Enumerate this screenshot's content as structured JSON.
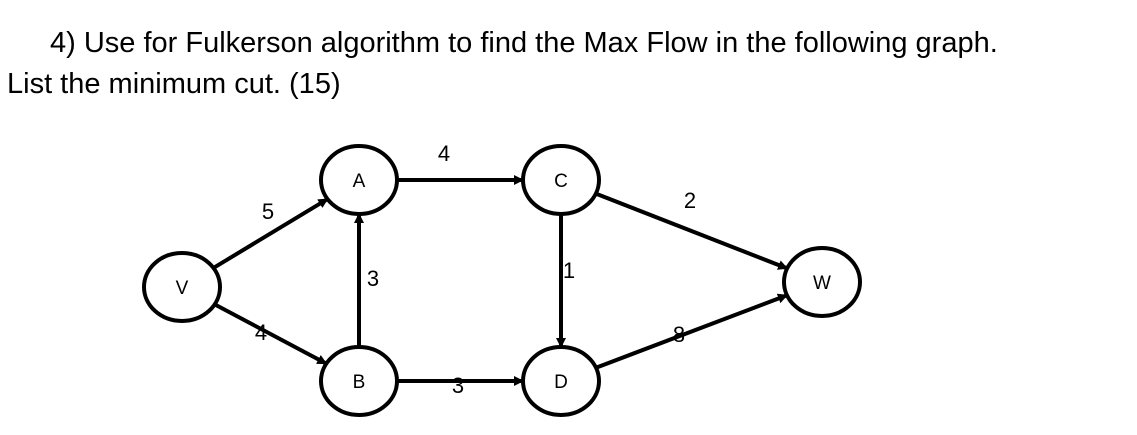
{
  "question": {
    "line1": "4)  Use for Fulkerson algorithm to find the Max Flow in the following graph.",
    "line2": "List the minimum cut. (15)"
  },
  "graph": {
    "nodes": [
      {
        "id": "V",
        "label": "V"
      },
      {
        "id": "A",
        "label": "A"
      },
      {
        "id": "B",
        "label": "B"
      },
      {
        "id": "C",
        "label": "C"
      },
      {
        "id": "D",
        "label": "D"
      },
      {
        "id": "W",
        "label": "W"
      }
    ],
    "edges": [
      {
        "from": "V",
        "to": "A",
        "capacity": "5"
      },
      {
        "from": "V",
        "to": "B",
        "capacity": "4"
      },
      {
        "from": "B",
        "to": "A",
        "capacity": "3"
      },
      {
        "from": "A",
        "to": "C",
        "capacity": "4"
      },
      {
        "from": "B",
        "to": "D",
        "capacity": "3"
      },
      {
        "from": "C",
        "to": "D",
        "capacity": "1"
      },
      {
        "from": "C",
        "to": "W",
        "capacity": "2"
      },
      {
        "from": "D",
        "to": "W",
        "capacity": "8"
      }
    ]
  }
}
